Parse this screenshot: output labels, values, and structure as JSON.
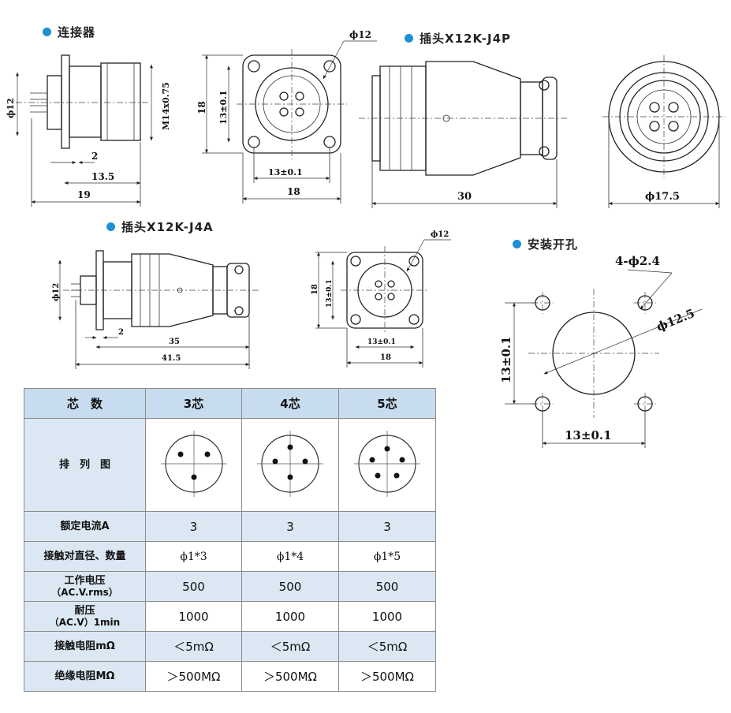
{
  "titles": {
    "connector": "连接器",
    "plug_j4p": "插头X12K-J4P",
    "plug_j4a": "插头X12K-J4A",
    "mount_hole": "安装开孔"
  },
  "dims": {
    "d_phi12": "ϕ12",
    "d_m14": "M14x0.75",
    "d_2": "2",
    "d_13_5": "13.5",
    "d_19": "19",
    "d_18": "18",
    "d_13tol": "13±0.1",
    "d_30": "30",
    "d_phi17_5": "ϕ17.5",
    "d_35": "35",
    "d_41_5": "41.5",
    "d_4phi2_4": "4-ϕ2.4",
    "d_phi12_5": "ϕ12.5"
  },
  "table": {
    "header": {
      "label": "芯　数",
      "c3": "3芯",
      "c4": "4芯",
      "c5": "5芯"
    },
    "rows": [
      {
        "label": "排　列　图"
      },
      {
        "label": "额定电流A",
        "c3": "3",
        "c4": "3",
        "c5": "3"
      },
      {
        "label": "接触对直径、数量",
        "c3": "ϕ1*3",
        "c4": "ϕ1*4",
        "c5": "ϕ1*5"
      },
      {
        "label": "工作电压",
        "sub": "（AC.V.rms）",
        "c3": "500",
        "c4": "500",
        "c5": "500"
      },
      {
        "label": "耐压",
        "sub": "（AC.V）1min",
        "c3": "1000",
        "c4": "1000",
        "c5": "1000"
      },
      {
        "label": "接触电阻mΩ",
        "c3": "＜5mΩ",
        "c4": "＜5mΩ",
        "c5": "＜5mΩ"
      },
      {
        "label": "绝缘电阻MΩ",
        "c3": "＞500MΩ",
        "c4": "＞500MΩ",
        "c5": "＞500MΩ"
      }
    ]
  },
  "colors": {
    "bullet": "#1e90d6",
    "table_header": "#c7dcee",
    "table_alt": "#dbe8f3"
  }
}
